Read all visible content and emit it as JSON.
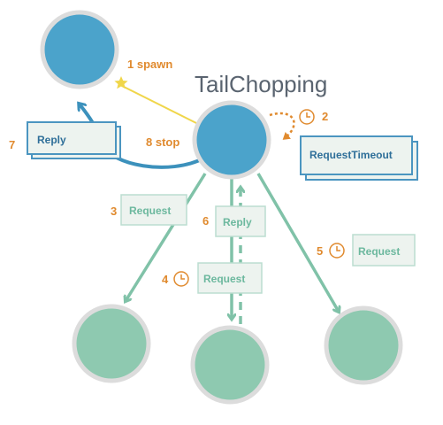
{
  "diagram": {
    "title": "TailChopping",
    "steps": {
      "spawn": "1 spawn",
      "timer": "2",
      "request_a": "3",
      "request_b": "4",
      "request_c": "5",
      "reply_child": "6",
      "reply_parent": "7",
      "stop": "8 stop"
    },
    "messages": {
      "request_a": "Request",
      "request_b": "Request",
      "request_c": "Request",
      "reply_child": "Reply",
      "reply_parent": "Reply",
      "timeout": "RequestTimeout"
    },
    "colors": {
      "actor_blue": "#4ba3cb",
      "actor_green": "#8ec9b0",
      "actor_border": "#dcdcdc",
      "arrow_green": "#80c2a8",
      "arrow_blue": "#3c91bc",
      "spawn_line": "#f0d64a",
      "accent_orange": "#e08a2e",
      "box_fill": "#edf3ef"
    },
    "icons": {
      "spawn": "star-icon",
      "timer": "clock-icon"
    }
  }
}
